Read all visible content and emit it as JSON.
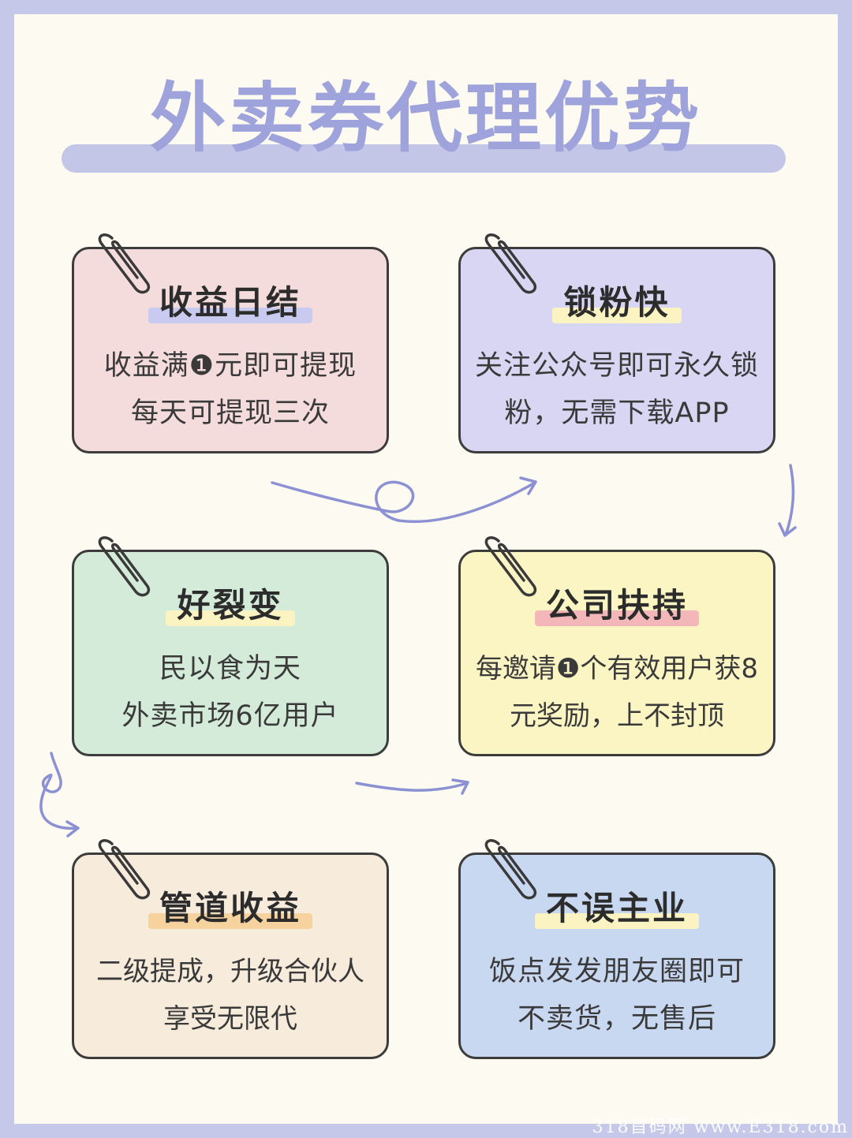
{
  "page": {
    "title": "外卖券代理优势",
    "watermark": "318首码网 www.E318.com"
  },
  "cards": [
    {
      "title": "收益日结",
      "lines": [
        "收益满❶元即可提现",
        "每天可提现三次"
      ],
      "bg": "#f5dcdc",
      "highlight": "#c8caf0"
    },
    {
      "title": "锁粉快",
      "lines": [
        "关注公众号即可永久锁",
        "粉，无需下载APP"
      ],
      "bg": "#d8d6f3",
      "highlight": "#fbf3c2"
    },
    {
      "title": "好裂变",
      "lines": [
        "民以食为天",
        "外卖市场6亿用户"
      ],
      "bg": "#d3ebd8",
      "highlight": "#fbf3c2"
    },
    {
      "title": "公司扶持",
      "lines": [
        "每邀请❶个有效用户获8",
        "元奖励，上不封顶"
      ],
      "bg": "#fbf5c3",
      "highlight": "#f4b7b9"
    },
    {
      "title": "管道收益",
      "lines": [
        "二级提成，升级合伙人",
        "享受无限代"
      ],
      "bg": "#f7ebdc",
      "highlight": "#f6d29e"
    },
    {
      "title": "不误主业",
      "lines": [
        "饭点发发朋友圈即可",
        "不卖货，无售后"
      ],
      "bg": "#c9d8f1",
      "highlight": "#fbf3c2"
    }
  ],
  "icons": [
    "paperclip-icon",
    "curved-arrow-icon"
  ],
  "colors": {
    "frame": "#c5c8e8",
    "paper": "#fdfaf1",
    "title": "#9ea3dc",
    "arrow": "#8c91d4"
  }
}
